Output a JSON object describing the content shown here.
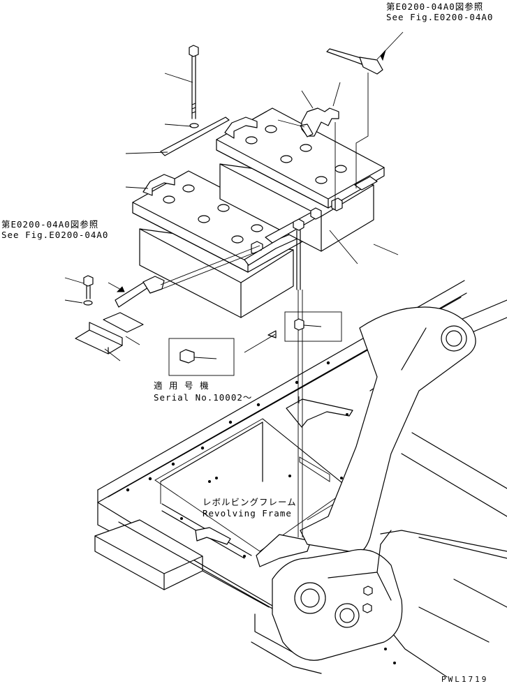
{
  "callouts": {
    "top_right_jp": "第E0200-04A0図参照",
    "top_right_en": "See Fig.E0200-04A0",
    "left_jp": "第E0200-04A0図参照",
    "left_en": "See Fig.E0200-04A0"
  },
  "serial": {
    "jp": "適 用 号 機",
    "en": "Serial No.10002～"
  },
  "frame": {
    "jp": "レボルビングフレーム",
    "en": "Revolving Frame"
  },
  "drawing_code": "PWL1719"
}
